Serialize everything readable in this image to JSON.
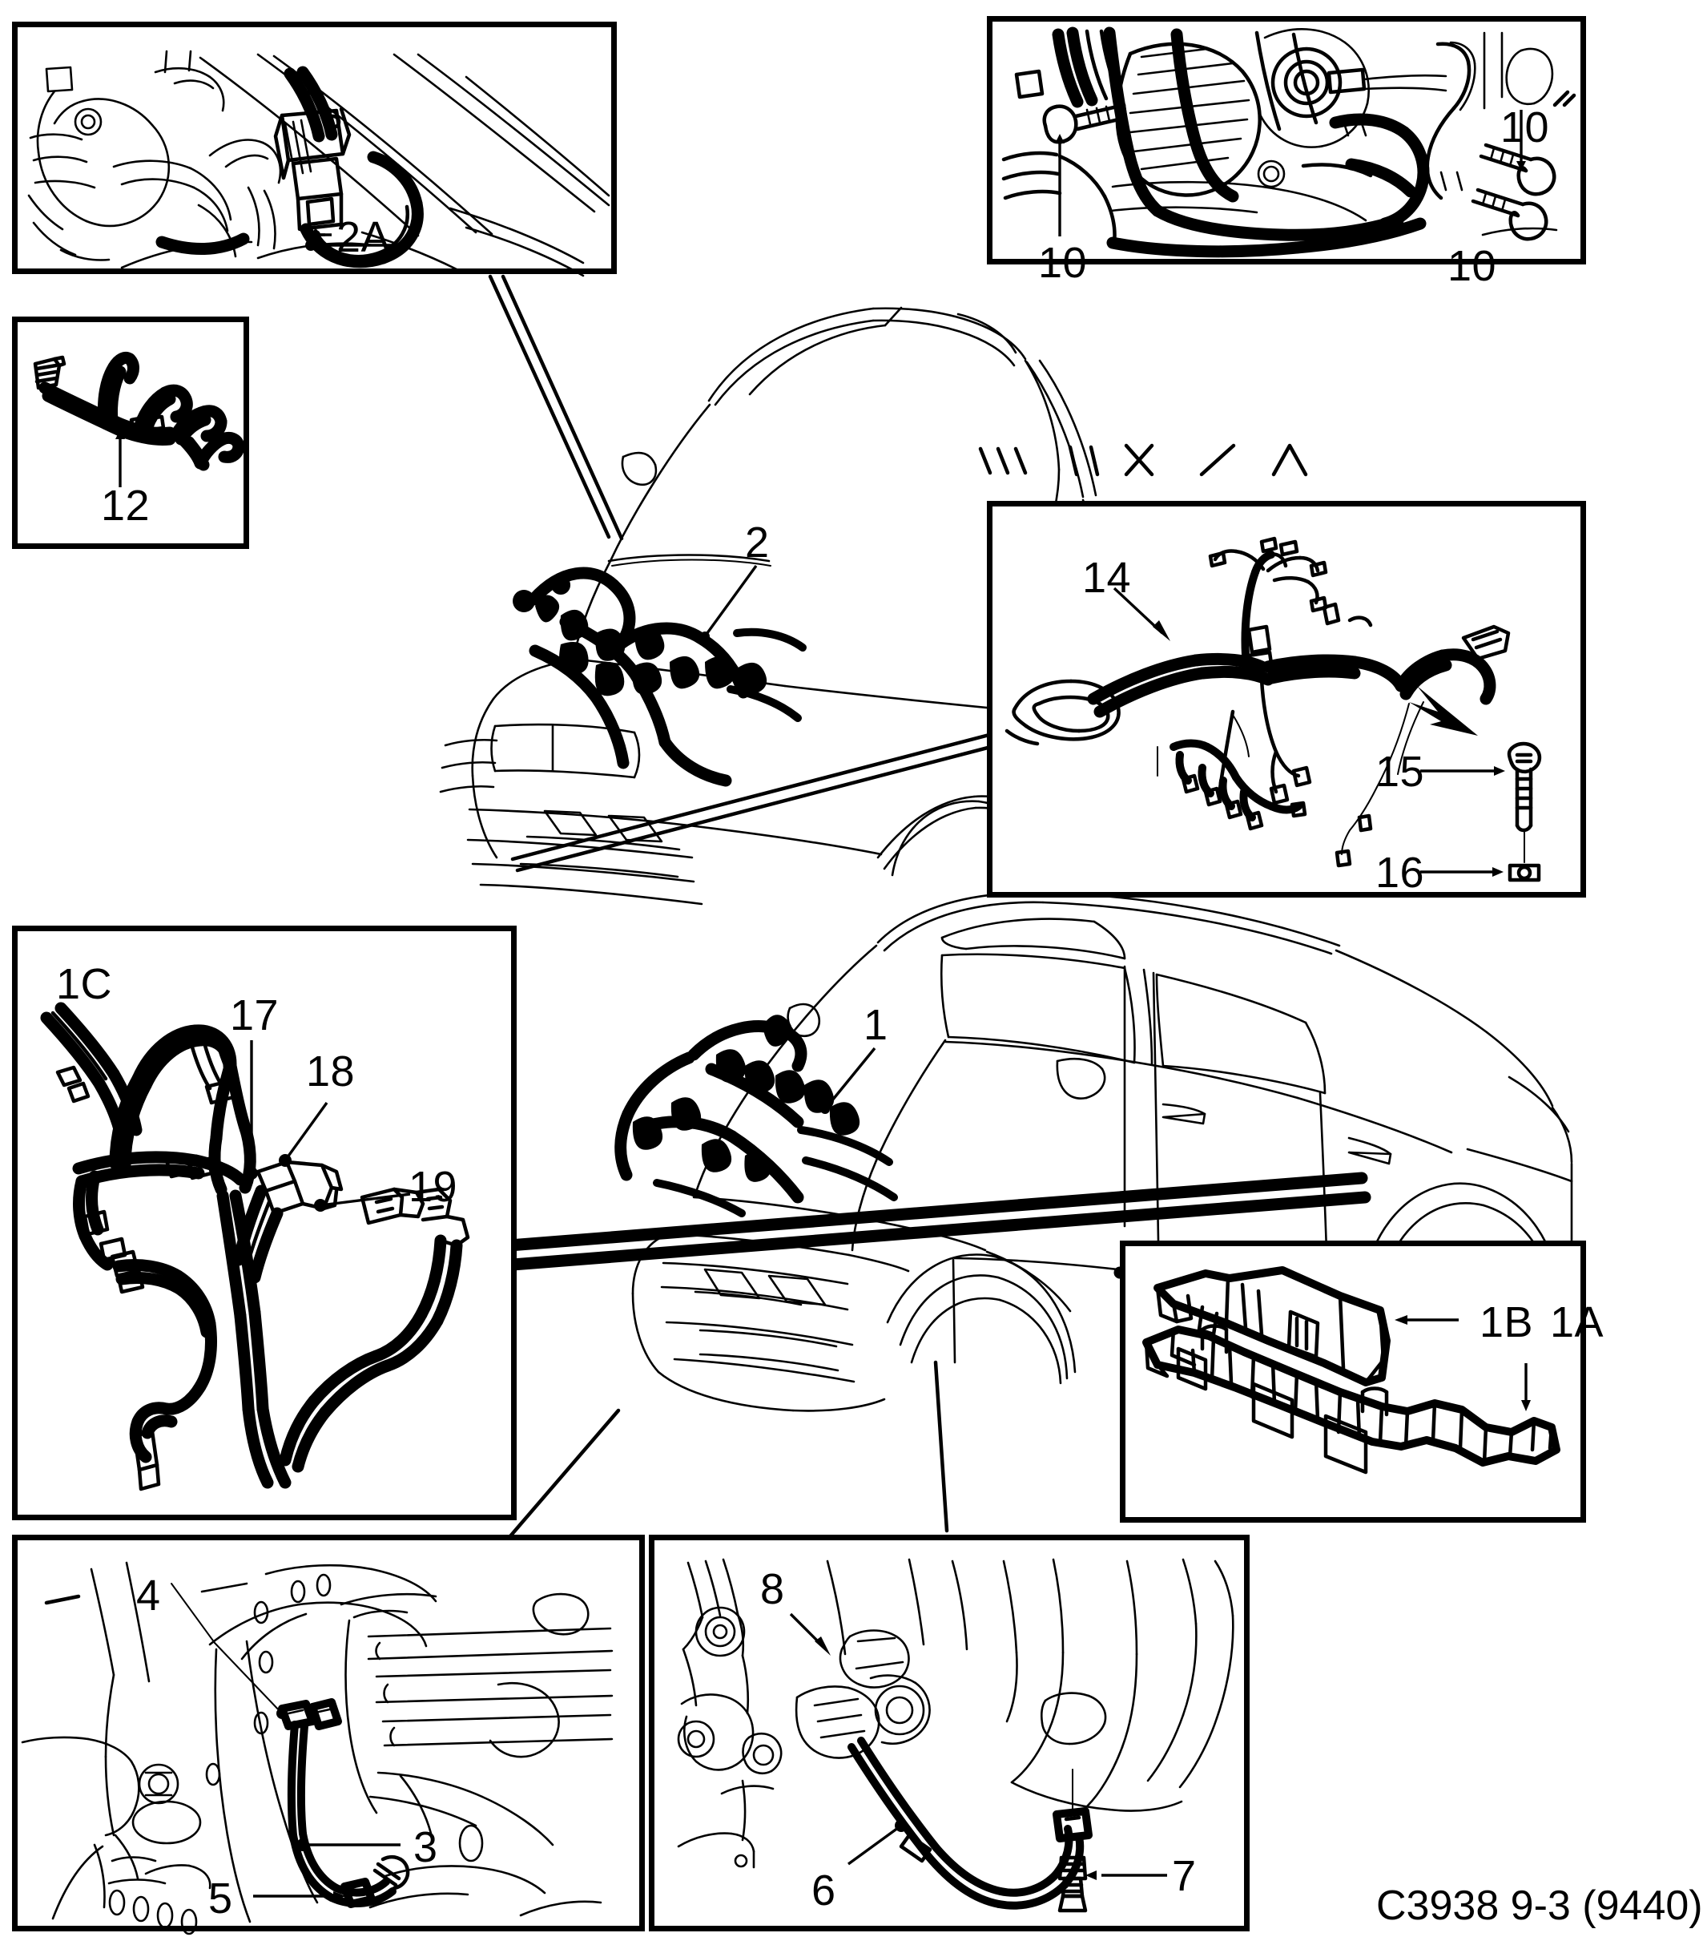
{
  "document": {
    "type": "automotive-parts-exploded-diagram",
    "subject": "Engine compartment wiring harness",
    "caption": "C3938 9-3 (9440)"
  },
  "panels": [
    {
      "id": "panel-2a",
      "name": "connector-detail-2a",
      "callouts": [
        "2A"
      ],
      "description": "Close-up of engine bay connector and jumper lead"
    },
    {
      "id": "panel-10",
      "name": "bulkhead-bolts-detail",
      "callouts": [
        "10",
        "10",
        "10"
      ],
      "description": "Brake servo / bulkhead area showing three harness bolts"
    },
    {
      "id": "panel-12",
      "name": "injector-harness-12",
      "callouts": [
        "12"
      ],
      "description": "Fuel injector sub-harness"
    },
    {
      "id": "panel-14",
      "name": "engine-harness-14",
      "callouts": [
        "14",
        "15",
        "16"
      ],
      "description": "Engine wiring harness with screw and washer"
    },
    {
      "id": "panel-1c",
      "name": "harness-section-1c",
      "callouts": [
        "1C",
        "17",
        "18",
        "19"
      ],
      "description": "Harness branch with connector detail"
    },
    {
      "id": "panel-1b",
      "name": "harness-channel-1a-1b",
      "callouts": [
        "1B",
        "1A"
      ],
      "description": "Harness routing channel and cover"
    },
    {
      "id": "panel-3",
      "name": "ground-strap-detail-345",
      "callouts": [
        "4",
        "3",
        "5"
      ],
      "description": "Body ground strap with nut"
    },
    {
      "id": "panel-6",
      "name": "battery-cable-detail-678",
      "callouts": [
        "8",
        "6",
        "7"
      ],
      "description": "Battery earth cable with bolt"
    }
  ],
  "vehicles": [
    {
      "id": "vehicle-upper",
      "name": "car-front-view-upper",
      "callouts": [
        "2"
      ],
      "description": "Saab 9-3 front three-quarter view, hood open, harness 2 installed"
    },
    {
      "id": "vehicle-lower",
      "name": "car-side-view-lower",
      "callouts": [
        "1"
      ],
      "description": "Saab 9-3 side three-quarter view, hood open, harness 1 installed"
    }
  ],
  "labels": {
    "l_1": "1",
    "l_1a": "1A",
    "l_1b": "1B",
    "l_1c": "1C",
    "l_2": "2",
    "l_2a": "2A",
    "l_3": "3",
    "l_4": "4",
    "l_5": "5",
    "l_6": "6",
    "l_7": "7",
    "l_8": "8",
    "l_10_a": "10",
    "l_10_b": "10",
    "l_10_c": "10",
    "l_12": "12",
    "l_14": "14",
    "l_15": "15",
    "l_16": "16",
    "l_17": "17",
    "l_18": "18",
    "l_19": "19"
  },
  "colors": {
    "ink": "#000000",
    "paper": "#ffffff"
  }
}
